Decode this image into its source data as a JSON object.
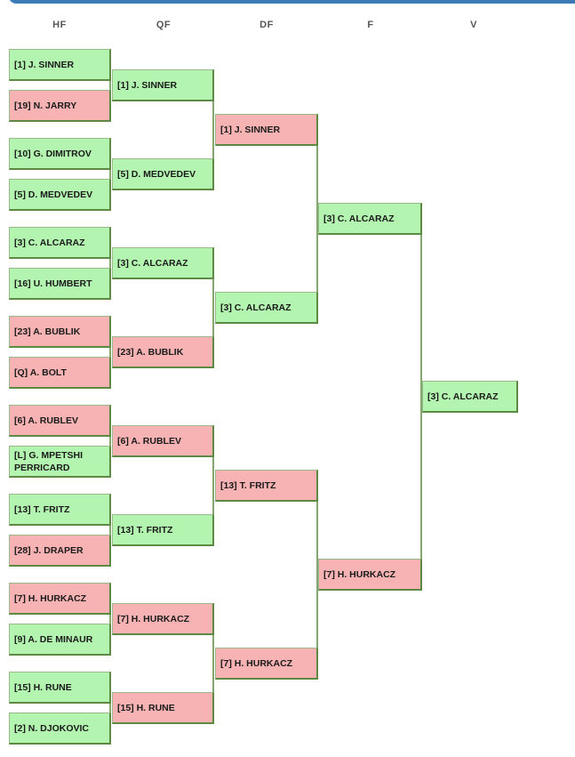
{
  "rounds": [
    "HF",
    "QF",
    "DF",
    "F",
    "V"
  ],
  "colors": {
    "winner": "#b3f5b0",
    "loser": "#f7b3b3",
    "line": "#5c8a42",
    "accent": "#3d7ab8"
  },
  "HF": [
    {
      "name": "[1] J. SINNER",
      "result": "win"
    },
    {
      "name": "[19] N. JARRY",
      "result": "lose"
    },
    {
      "name": "[10] G. DIMITROV",
      "result": "win"
    },
    {
      "name": "[5] D. MEDVEDEV",
      "result": "win"
    },
    {
      "name": "[3] C. ALCARAZ",
      "result": "win"
    },
    {
      "name": "[16] U. HUMBERT",
      "result": "win"
    },
    {
      "name": "[23] A. BUBLIK",
      "result": "lose"
    },
    {
      "name": "[Q] A. BOLT",
      "result": "lose"
    },
    {
      "name": "[6] A. RUBLEV",
      "result": "lose"
    },
    {
      "name": "[L] G. MPETSHI PERRICARD",
      "result": "win"
    },
    {
      "name": "[13] T. FRITZ",
      "result": "win"
    },
    {
      "name": "[28] J. DRAPER",
      "result": "lose"
    },
    {
      "name": "[7] H. HURKACZ",
      "result": "lose"
    },
    {
      "name": "[9] A. DE MINAUR",
      "result": "win"
    },
    {
      "name": "[15] H. RUNE",
      "result": "win"
    },
    {
      "name": "[2] N. DJOKOVIC",
      "result": "win"
    }
  ],
  "QF": [
    {
      "name": "[1] J. SINNER",
      "result": "win"
    },
    {
      "name": "[5] D. MEDVEDEV",
      "result": "win"
    },
    {
      "name": "[3] C. ALCARAZ",
      "result": "win"
    },
    {
      "name": "[23] A. BUBLIK",
      "result": "lose"
    },
    {
      "name": "[6] A. RUBLEV",
      "result": "lose"
    },
    {
      "name": "[13] T. FRITZ",
      "result": "win"
    },
    {
      "name": "[7] H. HURKACZ",
      "result": "lose"
    },
    {
      "name": "[15] H. RUNE",
      "result": "lose"
    }
  ],
  "DF": [
    {
      "name": "[1] J. SINNER",
      "result": "lose"
    },
    {
      "name": "[3] C. ALCARAZ",
      "result": "win"
    },
    {
      "name": "[13] T. FRITZ",
      "result": "lose"
    },
    {
      "name": "[7] H. HURKACZ",
      "result": "lose"
    }
  ],
  "F": [
    {
      "name": "[3] C. ALCARAZ",
      "result": "win"
    },
    {
      "name": "[7] H. HURKACZ",
      "result": "lose"
    }
  ],
  "V": [
    {
      "name": "[3] C. ALCARAZ",
      "result": "win"
    }
  ]
}
